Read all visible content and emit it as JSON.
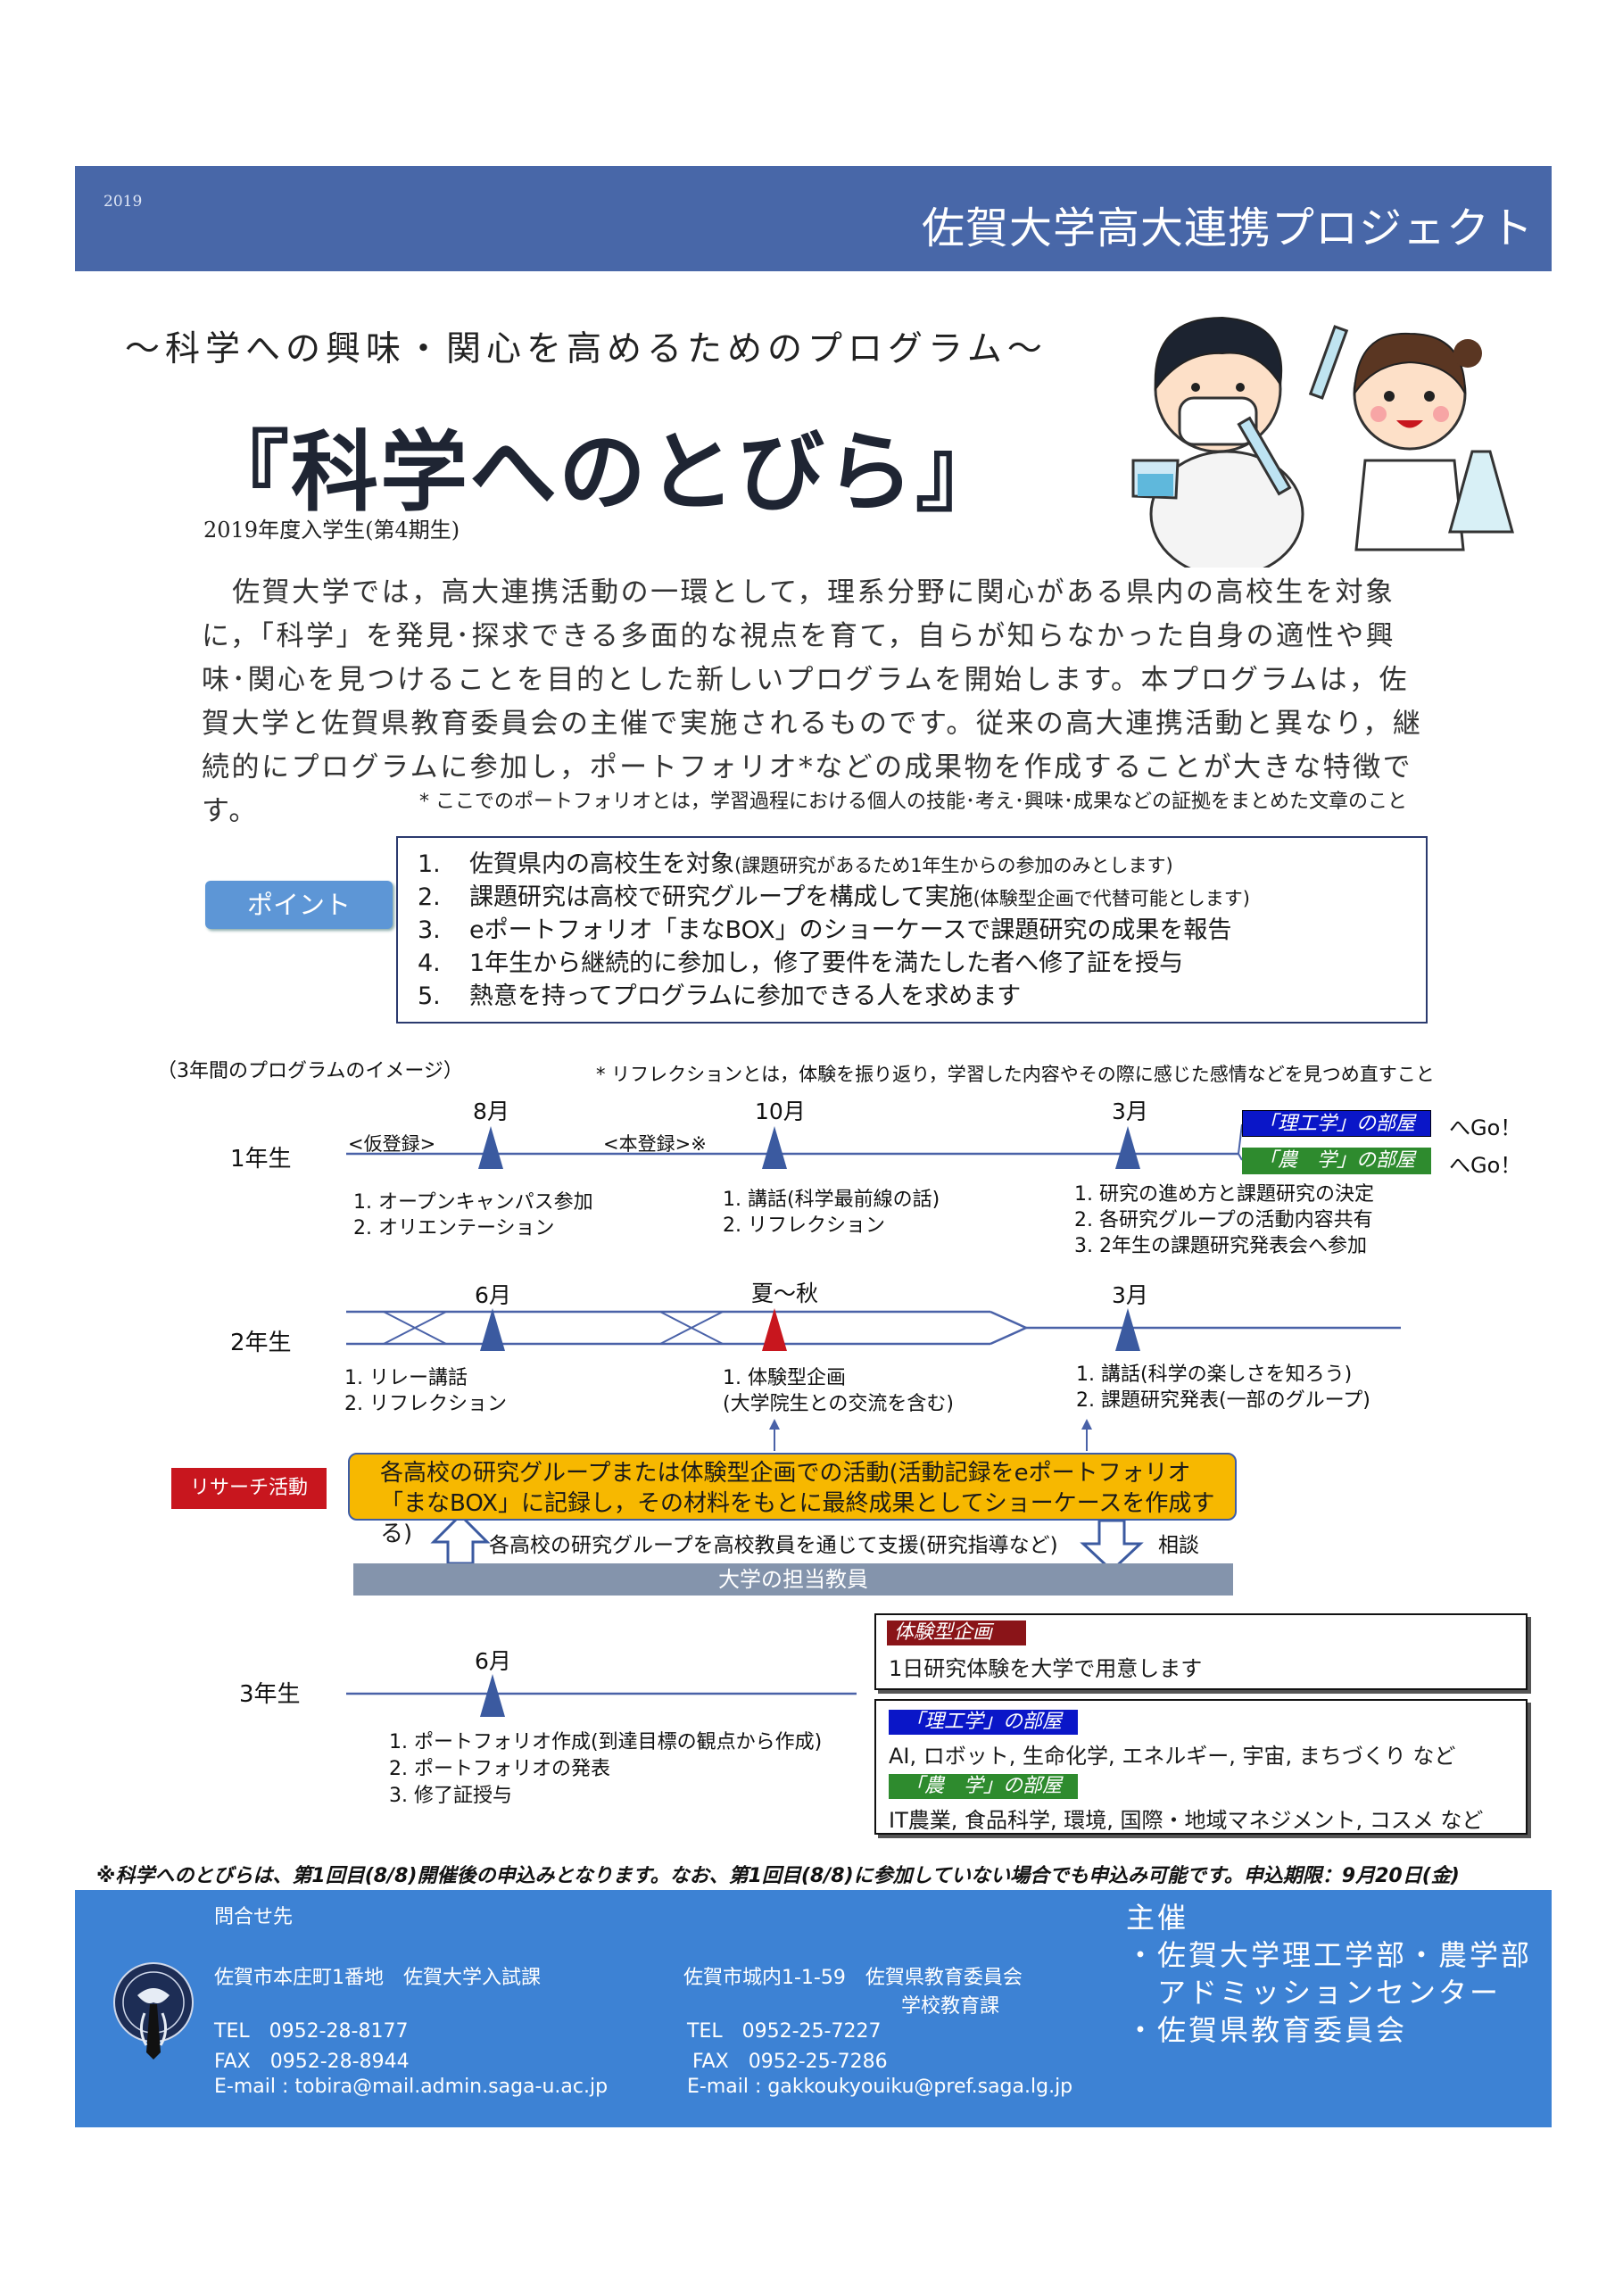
{
  "header": {
    "year": "2019",
    "title": "佐賀大学高大連携プロジェクト"
  },
  "subtitle": "～科学への興味・関心を高めるためのプログラム～",
  "main_title": "『科学へのとびら』",
  "cohort": "2019年度入学生(第4期生)",
  "intro": "佐賀大学では，高大連携活動の一環として，理系分野に関心がある県内の高校生を対象に，「科学」を発見･探求できる多面的な視点を育て，自らが知らなかった自身の適性や興味･関心を見つけることを目的とした新しいプログラムを開始します。本プログラムは，佐賀大学と佐賀県教育委員会の主催で実施されるものです。従来の高大連携活動と異なり，継続的にプログラムに参加し，ポートフォリオ*などの成果物を作成することが大きな特徴です。",
  "footnote": "* ここでのポートフォリオとは，学習過程における個人の技能･考え･興味･成果などの証拠をまとめた文章のこと",
  "point": {
    "label": "ポイント",
    "items": [
      {
        "num": "1.",
        "text": "佐賀県内の高校生を対象",
        "note": "(課題研究があるため1年生からの参加のみとします)"
      },
      {
        "num": "2.",
        "text": "課題研究は高校で研究グループを構成して実施",
        "note": "(体験型企画で代替可能とします)"
      },
      {
        "num": "3.",
        "text": "eポートフォリオ「まなBOX」のショーケースで課題研究の成果を報告",
        "note": ""
      },
      {
        "num": "4.",
        "text": "1年生から継続的に参加し，修了要件を満たした者へ修了証を授与",
        "note": ""
      },
      {
        "num": "5.",
        "text": "熱意を持ってプログラムに参加できる人を求めます",
        "note": ""
      }
    ]
  },
  "timeline": {
    "caption": "（3年間のプログラムのイメージ）",
    "reflection_note": "* リフレクションとは，体験を振り返り，学習した内容やその際に感じた感情などを見つめ直すこと",
    "year1": {
      "label": "1年生",
      "pre_reg": "<仮登録>",
      "main_reg": "<本登録>※",
      "m1": "8月",
      "m2": "10月",
      "m3": "3月",
      "a1": [
        "1. オープンキャンパス参加",
        "2. オリエンテーション"
      ],
      "a2": [
        "1. 講話(科学最前線の話)",
        "2. リフレクション"
      ],
      "a3": [
        "1. 研究の進め方と課題研究の決定",
        "2. 各研究グループの活動内容共有",
        "3. 2年生の課題研究発表会へ参加"
      ],
      "room_ri": "「理工学」の部屋",
      "room_no": "「農　学」の部屋",
      "go": "へGo！"
    },
    "year2": {
      "label": "2年生",
      "m1": "6月",
      "m2": "夏～秋",
      "m3": "3月",
      "a1": [
        "1. リレー講話",
        "2. リフレクション"
      ],
      "a2": [
        "1. 体験型企画",
        "(大学院生との交流を含む)"
      ],
      "a3": [
        "1. 講話(科学の楽しさを知ろう)",
        "2. 課題研究発表(一部のグループ)"
      ]
    },
    "research": {
      "label": "リサーチ活動",
      "lines": [
        "各高校の研究グループまたは体験型企画での活動(活動記録をeポートフォリオ",
        "「まなBOX」に記録し，その材料をもとに最終成果としてショーケースを作成する)"
      ],
      "support": "各高校の研究グループを高校教員を通じて支援(研究指導など)",
      "consult": "相談",
      "faculty": "大学の担当教員"
    },
    "year3": {
      "label": "3年生",
      "m1": "6月",
      "a1": [
        "1. ポートフォリオ作成(到達目標の観点から作成)",
        "2. ポートフォリオの発表",
        "3. 修了証授与"
      ]
    }
  },
  "boxes": {
    "exp_tag": "体験型企画",
    "exp_text": "1日研究体験を大学で用意します",
    "ri_tag": "「理工学」の部屋",
    "ri_text": "AI, ロボット, 生命化学, エネルギー, 宇宙, まちづくり など",
    "no_tag": "「農　学」の部屋",
    "no_text": "IT農業, 食品科学, 環境, 国際・地域マネジメント, コスメ など"
  },
  "deadline": "※科学へのとびらは、第1回目(8/8)開催後の申込みとなります。なお、第1回目(8/8)に参加していない場合でも申込み可能です。申込期限：9月20日(金)",
  "footer": {
    "contact_label": "問合せ先",
    "univ_address": "佐賀市本庄町1番地　佐賀大学入試課",
    "univ_tel": "TEL　0952-28-8177",
    "univ_fax": "FAX　0952-28-8944",
    "univ_email": "E-mail : tobira@mail.admin.saga-u.ac.jp",
    "pref_address": "佐賀市城内1-1-59　佐賀県教育委員会",
    "pref_dept": "学校教育課",
    "pref_tel": "TEL　0952-25-7227",
    "pref_fax": "FAX　0952-25-7286",
    "pref_email": "E-mail : gakkoukyouiku@pref.saga.lg.jp",
    "organizer_label": "主催",
    "organizers": [
      "・佐賀大学理工学部・農学部",
      "　アドミッションセンター",
      "・佐賀県教育委員会"
    ]
  },
  "colors": {
    "header_bg": "#4867a8",
    "footer_bg": "#3d82d4",
    "triangle_blue": "#3b5aa0",
    "triangle_red": "#c8161e",
    "research_box": "#f7b800"
  }
}
